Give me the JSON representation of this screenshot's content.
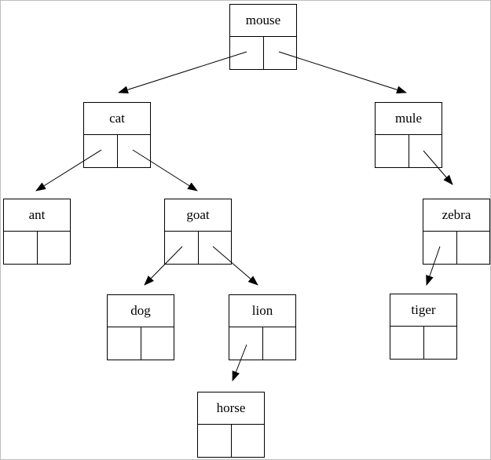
{
  "diagram": {
    "type": "binary-tree",
    "nodes": {
      "mouse": {
        "label": "mouse"
      },
      "cat": {
        "label": "cat"
      },
      "mule": {
        "label": "mule"
      },
      "ant": {
        "label": "ant"
      },
      "goat": {
        "label": "goat"
      },
      "zebra": {
        "label": "zebra"
      },
      "dog": {
        "label": "dog"
      },
      "lion": {
        "label": "lion"
      },
      "tiger": {
        "label": "tiger"
      },
      "horse": {
        "label": "horse"
      }
    },
    "edges": [
      {
        "from": "mouse",
        "pointer": "left",
        "to": "cat"
      },
      {
        "from": "mouse",
        "pointer": "right",
        "to": "mule"
      },
      {
        "from": "cat",
        "pointer": "left",
        "to": "ant"
      },
      {
        "from": "cat",
        "pointer": "right",
        "to": "goat"
      },
      {
        "from": "mule",
        "pointer": "right",
        "to": "zebra"
      },
      {
        "from": "goat",
        "pointer": "left",
        "to": "dog"
      },
      {
        "from": "goat",
        "pointer": "right",
        "to": "lion"
      },
      {
        "from": "zebra",
        "pointer": "left",
        "to": "tiger"
      },
      {
        "from": "lion",
        "pointer": "left",
        "to": "horse"
      }
    ],
    "colors": {
      "line": "#000000",
      "node_border": "#000000",
      "background": "#ffffff",
      "page_border": "#bdbdbd"
    }
  }
}
